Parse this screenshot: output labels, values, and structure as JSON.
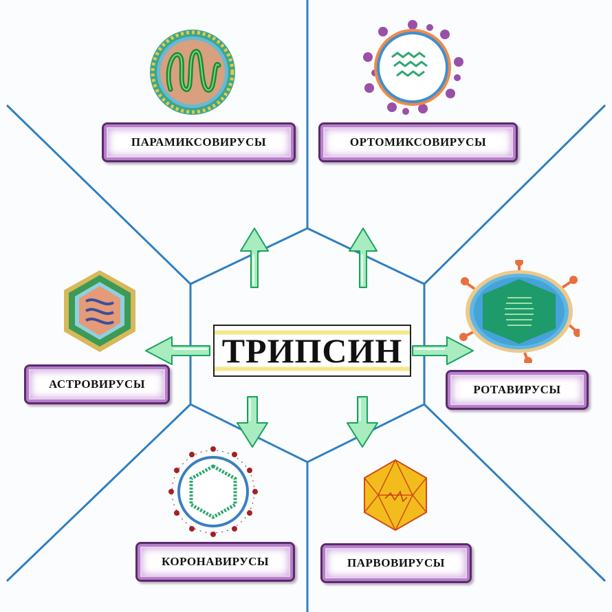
{
  "center": {
    "label": "ТРИПСИН"
  },
  "viruses": [
    {
      "id": "paramyxo",
      "label": "ПАРАМИКСОВИРУСЫ"
    },
    {
      "id": "orthomyxo",
      "label": "ОРТОМИКСОВИРУСЫ"
    },
    {
      "id": "astro",
      "label": "АСТРОВИРУСЫ"
    },
    {
      "id": "rota",
      "label": "РОТАВИРУСЫ"
    },
    {
      "id": "corona",
      "label": "КОРОНАВИРУСЫ"
    },
    {
      "id": "parvo",
      "label": "ПАРВОВИРУСЫ"
    }
  ],
  "colors": {
    "lines": "#2f7fc0",
    "arrow_fill": "#a8ecc0",
    "arrow_stroke": "#17a25a",
    "label_border": "#5a2a6c",
    "label_glow": "#b77fc9",
    "center_band": "#f4e78a"
  },
  "icons": {
    "arrow": "arrow-icon",
    "paramyxo": "paramyxovirus-icon",
    "orthomyxo": "orthomyxovirus-icon",
    "astro": "astrovirus-icon",
    "rota": "rotavirus-icon",
    "corona": "coronavirus-icon",
    "parvo": "parvovirus-icon"
  }
}
